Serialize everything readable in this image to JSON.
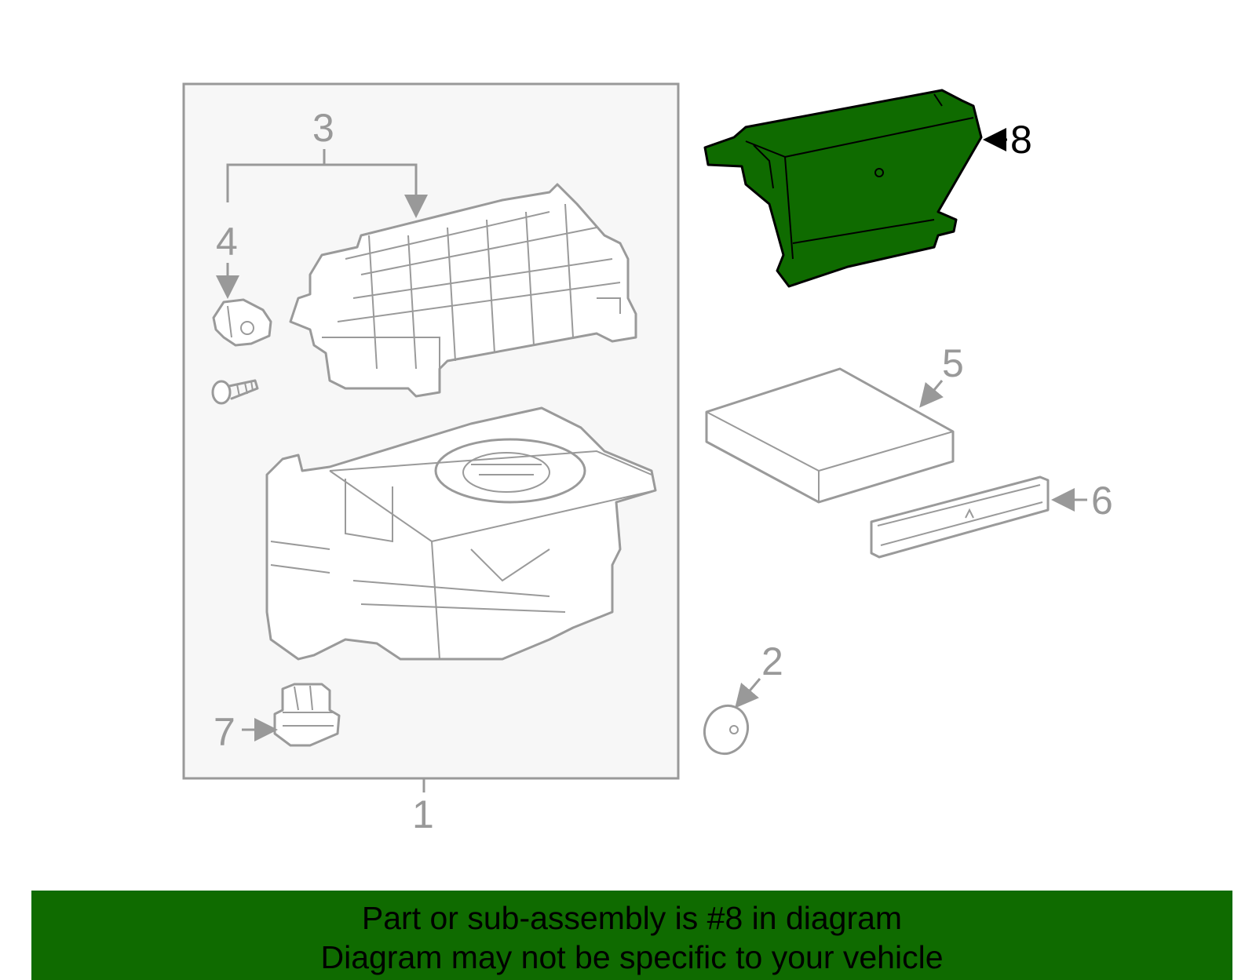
{
  "diagram": {
    "highlight_color": "#0f6b00",
    "line_color": "#999999",
    "box_fill": "#f7f7f7",
    "highlighted_part": "8",
    "callouts": {
      "c1": "1",
      "c2": "2",
      "c3": "3",
      "c4": "4",
      "c5": "5",
      "c6": "6",
      "c7": "7",
      "c8": "8"
    }
  },
  "banner": {
    "line1": "Part or sub-assembly is #8 in diagram",
    "line2": "Diagram may not be specific to your vehicle",
    "background": "#0f6b00"
  }
}
